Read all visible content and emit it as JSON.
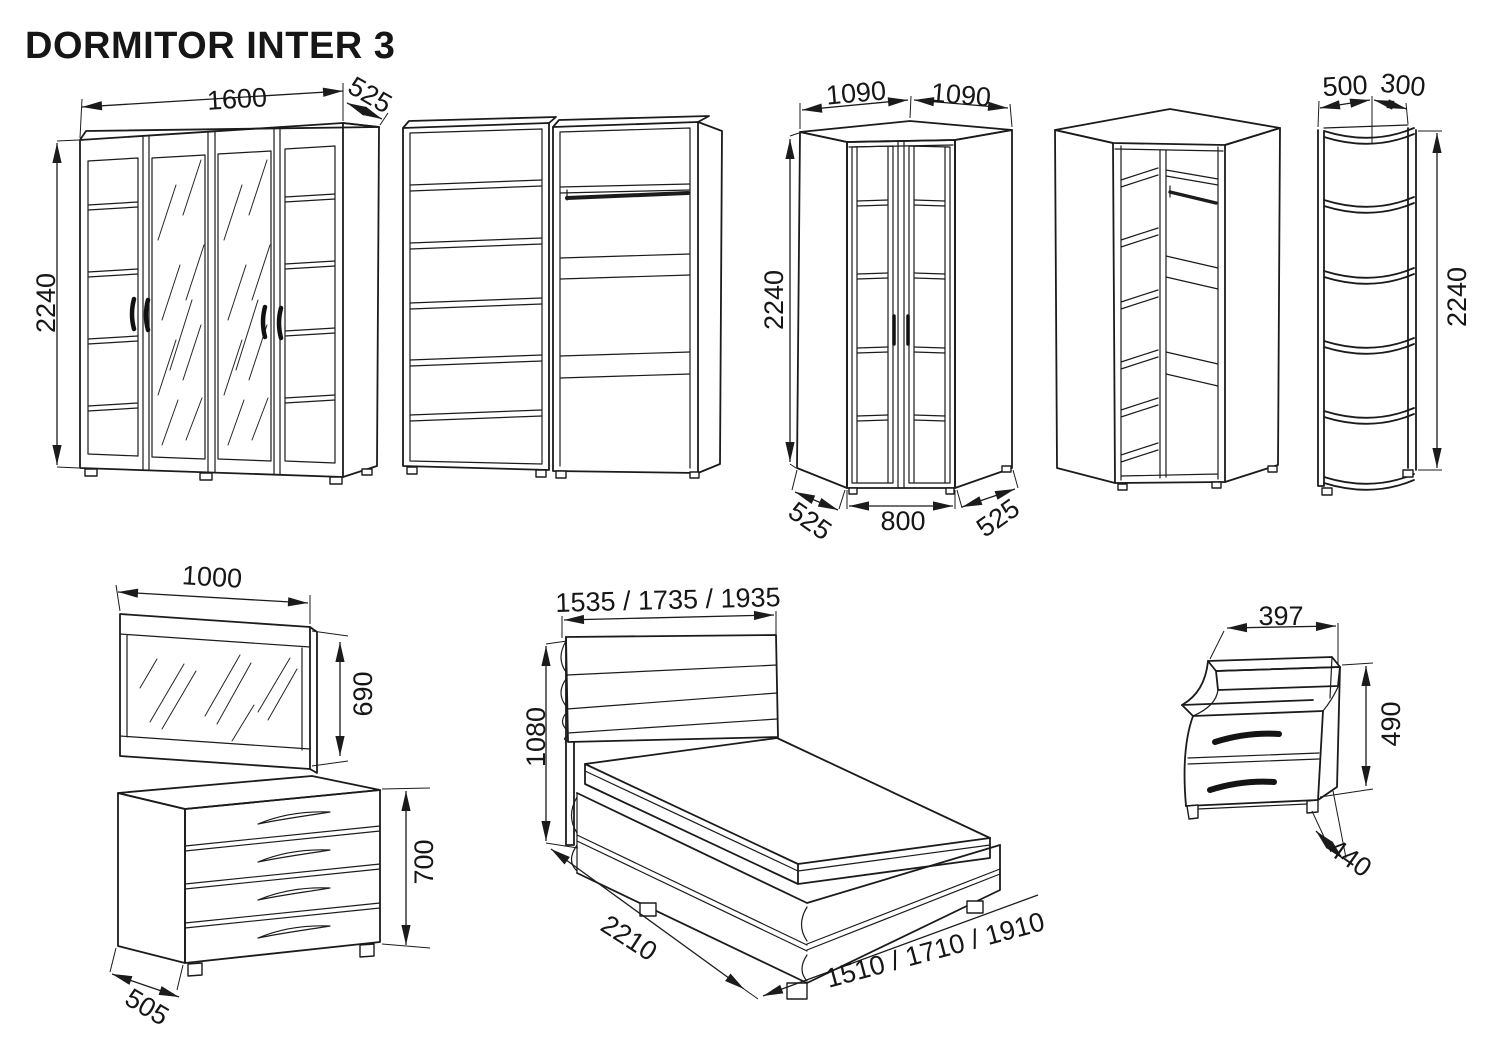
{
  "title": "DORMITOR INTER 3",
  "style": {
    "ink": "#1b1b1b",
    "background": "#ffffff"
  },
  "furniture": {
    "wardrobe": {
      "width": "1600",
      "depth": "525",
      "height": "2240"
    },
    "corner_wardrobe": {
      "front_left": "1090",
      "front_right": "1090",
      "height": "2240",
      "depth_left": "525",
      "front_width": "800",
      "depth_right": "525"
    },
    "corner_shelf": {
      "width": "500",
      "depth": "300",
      "height": "2240"
    },
    "mirror": {
      "width": "1000",
      "height": "690"
    },
    "dresser": {
      "height": "700",
      "depth": "505"
    },
    "bed": {
      "headboard_widths": "1535 / 1735 / 1935",
      "height": "1080",
      "length": "2210",
      "base_widths": "1510 / 1710 / 1910"
    },
    "nightstand": {
      "width": "397",
      "height": "490",
      "depth": "440"
    }
  }
}
